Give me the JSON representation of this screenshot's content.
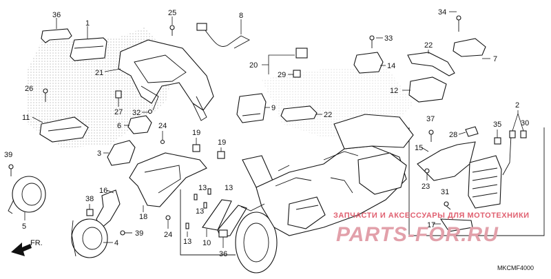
{
  "diagram": {
    "part_labels": [
      {
        "id": "p36a",
        "text": "36"
      },
      {
        "id": "p1",
        "text": "1"
      },
      {
        "id": "p25",
        "text": "25"
      },
      {
        "id": "p8",
        "text": "8"
      },
      {
        "id": "p34",
        "text": "34"
      },
      {
        "id": "p26",
        "text": "26"
      },
      {
        "id": "p21",
        "text": "21"
      },
      {
        "id": "p33",
        "text": "33"
      },
      {
        "id": "p22a",
        "text": "22"
      },
      {
        "id": "p7",
        "text": "7"
      },
      {
        "id": "p20",
        "text": "20"
      },
      {
        "id": "p29",
        "text": "29"
      },
      {
        "id": "p14",
        "text": "14"
      },
      {
        "id": "p12",
        "text": "12"
      },
      {
        "id": "p27",
        "text": "27"
      },
      {
        "id": "p11",
        "text": "11"
      },
      {
        "id": "p32",
        "text": "32"
      },
      {
        "id": "p9",
        "text": "9"
      },
      {
        "id": "p22b",
        "text": "22"
      },
      {
        "id": "p2",
        "text": "2"
      },
      {
        "id": "p6",
        "text": "6"
      },
      {
        "id": "p24a",
        "text": "24"
      },
      {
        "id": "p37",
        "text": "37"
      },
      {
        "id": "p19a",
        "text": "19"
      },
      {
        "id": "p30",
        "text": "30"
      },
      {
        "id": "p28",
        "text": "28"
      },
      {
        "id": "p35",
        "text": "35"
      },
      {
        "id": "p19b",
        "text": "19"
      },
      {
        "id": "p3",
        "text": "3"
      },
      {
        "id": "p15",
        "text": "15"
      },
      {
        "id": "p39a",
        "text": "39"
      },
      {
        "id": "p23",
        "text": "23"
      },
      {
        "id": "p16",
        "text": "16"
      },
      {
        "id": "p13a",
        "text": "13"
      },
      {
        "id": "p13b",
        "text": "13"
      },
      {
        "id": "p31",
        "text": "31"
      },
      {
        "id": "p38",
        "text": "38"
      },
      {
        "id": "p13c",
        "text": "13"
      },
      {
        "id": "p5",
        "text": "5"
      },
      {
        "id": "p18",
        "text": "18"
      },
      {
        "id": "p17",
        "text": "17"
      },
      {
        "id": "p39b",
        "text": "39"
      },
      {
        "id": "p24b",
        "text": "24"
      },
      {
        "id": "p13d",
        "text": "13"
      },
      {
        "id": "p4",
        "text": "4"
      },
      {
        "id": "p10",
        "text": "10"
      },
      {
        "id": "p36b",
        "text": "36"
      }
    ],
    "direction_label": "FR.",
    "diagram_code": "MKCMF4000"
  },
  "watermark": {
    "line1": "ЗАПЧАСТИ И АКСЕССУАРЫ ДЛЯ МОТОТЕХНИКИ",
    "line2": "PARTS-FOR.RU"
  },
  "colors": {
    "ink": "#111111",
    "watermark_text": "#e06070",
    "watermark_logo": "#e2a0aa",
    "background": "#ffffff"
  }
}
